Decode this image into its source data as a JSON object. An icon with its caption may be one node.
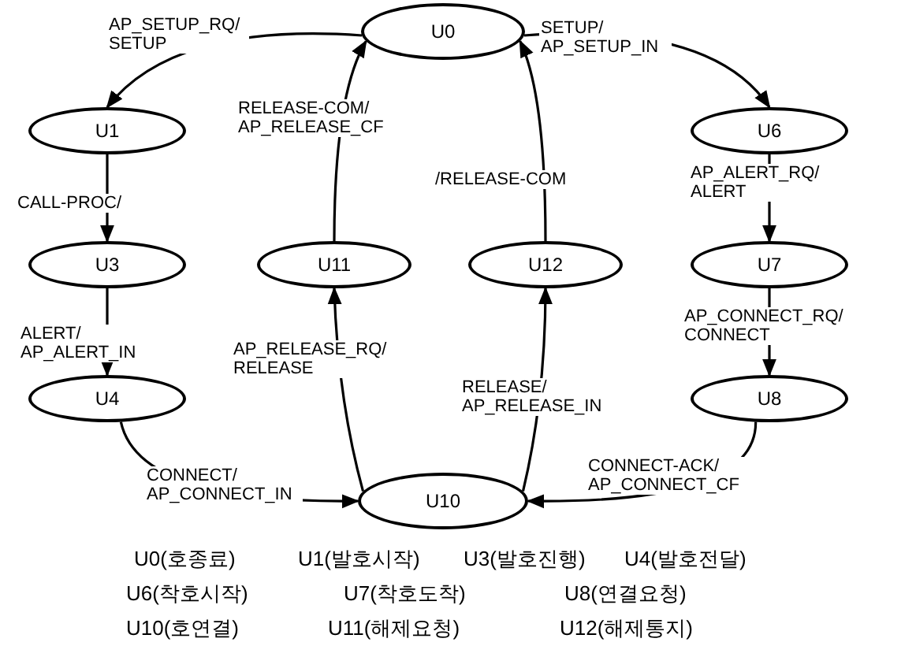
{
  "diagram": {
    "nodes": [
      {
        "text": [
          "U0"
        ]
      },
      {
        "text": [
          "U1"
        ]
      },
      {
        "text": [
          "U3"
        ]
      },
      {
        "text": [
          "U4"
        ]
      },
      {
        "text": [
          "U11"
        ]
      },
      {
        "text": [
          "U12"
        ]
      },
      {
        "text": [
          "U6"
        ]
      },
      {
        "text": [
          "U7"
        ]
      },
      {
        "text": [
          "U8"
        ]
      },
      {
        "text": [
          "U10"
        ]
      }
    ],
    "edges": [
      {
        "from": 0,
        "to": 1,
        "arrow": "to",
        "label": "AP_SETUP_RQ/ SETUP"
      },
      {
        "from": 0,
        "to": 6,
        "arrow": "to",
        "label": "SETUP/ AP_SETUP_IN"
      },
      {
        "from": 1,
        "to": 2,
        "arrow": "to",
        "label": "CALL-PROC/"
      },
      {
        "from": 2,
        "to": 3,
        "arrow": "to",
        "label": "ALERT/ AP_ALERT_IN"
      },
      {
        "from": 3,
        "to": 9,
        "arrow": "to",
        "label": "CONNECT/ AP_CONNECT_IN"
      },
      {
        "from": 6,
        "to": 7,
        "arrow": "to",
        "label": "AP_ALERT_RQ/ ALERT"
      },
      {
        "from": 7,
        "to": 8,
        "arrow": "to",
        "label": "AP_CONNECT_RQ/ CONNECT"
      },
      {
        "from": 8,
        "to": 9,
        "arrow": "to",
        "label": "CONNECT-ACK/ AP_CONNECT_CF"
      },
      {
        "from": 9,
        "to": 4,
        "arrow": "to",
        "label": "AP_RELEASE_RQ/ RELEASE"
      },
      {
        "from": 4,
        "to": 0,
        "arrow": "to",
        "label": "RELEASE-COM/ AP_RELEASE_CF"
      },
      {
        "from": 9,
        "to": 5,
        "arrow": "to",
        "label": "RELEASE/ AP_RELEASE_IN"
      },
      {
        "from": 5,
        "to": 0,
        "arrow": "to",
        "label": "/RELEASE-COM"
      }
    ],
    "labels": [
      "U0(호종료)",
      "U1(발호시작)",
      "U3(발호진행)",
      "U4(발호전달)",
      "U6(착호시작)",
      "U7(착호도착)",
      "U8(연결요청)",
      "U10(호연결)",
      "U11(해제요청)",
      "U12(해제통지)"
    ]
  }
}
